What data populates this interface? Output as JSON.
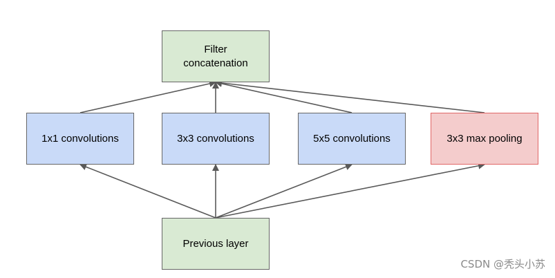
{
  "diagram": {
    "nodes": {
      "filter_concat": {
        "label": "Filter\nconcatenation",
        "fill": "#d9ead3",
        "border": "#666666"
      },
      "conv_1x1": {
        "label": "1x1 convolutions",
        "fill": "#c9daf8",
        "border": "#666666"
      },
      "conv_3x3": {
        "label": "3x3 convolutions",
        "fill": "#c9daf8",
        "border": "#666666"
      },
      "conv_5x5": {
        "label": "5x5 convolutions",
        "fill": "#c9daf8",
        "border": "#666666"
      },
      "max_pool": {
        "label": "3x3 max pooling",
        "fill": "#f4cccc",
        "border": "#e06666"
      },
      "previous_layer": {
        "label": "Previous layer",
        "fill": "#d9ead3",
        "border": "#666666"
      }
    },
    "edges": [
      {
        "from": "previous_layer",
        "to": "conv_1x1"
      },
      {
        "from": "previous_layer",
        "to": "conv_3x3"
      },
      {
        "from": "previous_layer",
        "to": "conv_5x5"
      },
      {
        "from": "previous_layer",
        "to": "max_pool"
      },
      {
        "from": "conv_1x1",
        "to": "filter_concat"
      },
      {
        "from": "conv_3x3",
        "to": "filter_concat"
      },
      {
        "from": "conv_5x5",
        "to": "filter_concat"
      },
      {
        "from": "max_pool",
        "to": "filter_concat"
      }
    ],
    "arrow_color": "#595959"
  },
  "watermark": "CSDN @秃头小苏"
}
